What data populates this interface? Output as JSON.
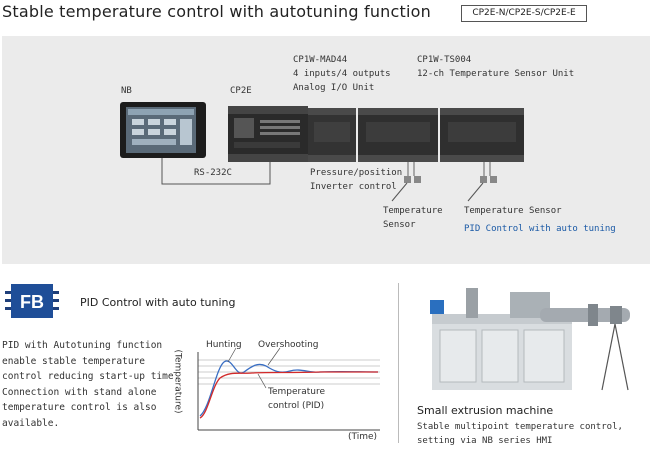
{
  "header": {
    "title": "Stable temperature control with autotuning function",
    "models": "CP2E-N/CP2E-S/CP2E-E"
  },
  "diagram": {
    "nb_label": "NB",
    "cp2e_label": "CP2E",
    "mad44_name": "CP1W-MAD44",
    "mad44_io": "4 inputs/4 outputs",
    "mad44_desc": "Analog I/O Unit",
    "ts004_name": "CP1W-TS004",
    "ts004_desc": "12-ch Temperature Sensor Unit",
    "rs232c": "RS-232C",
    "pressure_line1": "Pressure/position",
    "pressure_line2": "Inverter control",
    "temp_sensor_line1": "Temperature",
    "temp_sensor_line2": "Sensor",
    "temp_sensor2": "Temperature Sensor",
    "pid_label": "PID Control with auto tuning"
  },
  "fb": {
    "badge": "FB",
    "title": "PID Control with auto tuning",
    "description": [
      "PID with Autotuning function",
      "enable stable temperature",
      "control reducing start-up time.",
      "Connection with stand alone",
      "temperature control is also",
      "available."
    ]
  },
  "graph": {
    "hunting": "Hunting",
    "overshooting": "Overshooting",
    "pid_line1": "Temperature",
    "pid_line2": "control (PID)",
    "ylabel": "(Temperature)",
    "xlabel": "(Time)"
  },
  "machine": {
    "title": "Small extrusion machine",
    "desc_line1": "Stable multipoint temperature control,",
    "desc_line2": "setting via NB series HMI"
  },
  "colors": {
    "accent_blue": "#1b5aa6",
    "curve_blue": "#3a6fc4",
    "curve_red": "#d22a2a"
  }
}
